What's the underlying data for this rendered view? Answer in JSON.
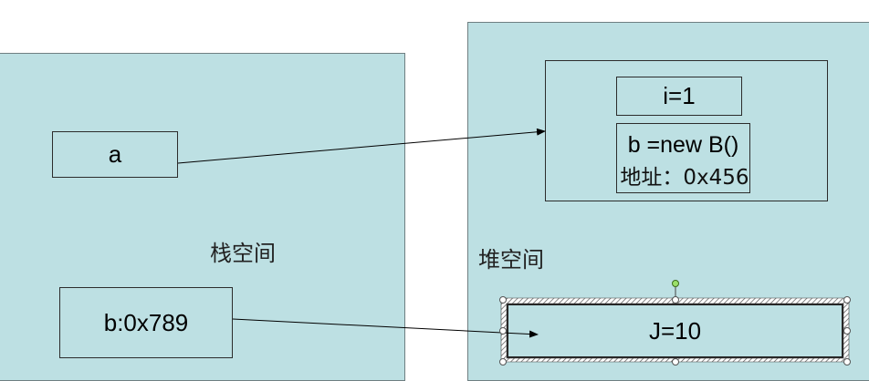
{
  "stack": {
    "label": "栈空间",
    "var_a": "a",
    "var_b": "b:0x789"
  },
  "heap": {
    "label": "堆空间",
    "field_i": "i=1",
    "field_b": "b =new B()",
    "address": "地址：0x456",
    "j_box": "J=10"
  },
  "colors": {
    "region_fill": "#bde0e3",
    "border": "#2c2c2c",
    "selection_handle": "#9be06a"
  }
}
